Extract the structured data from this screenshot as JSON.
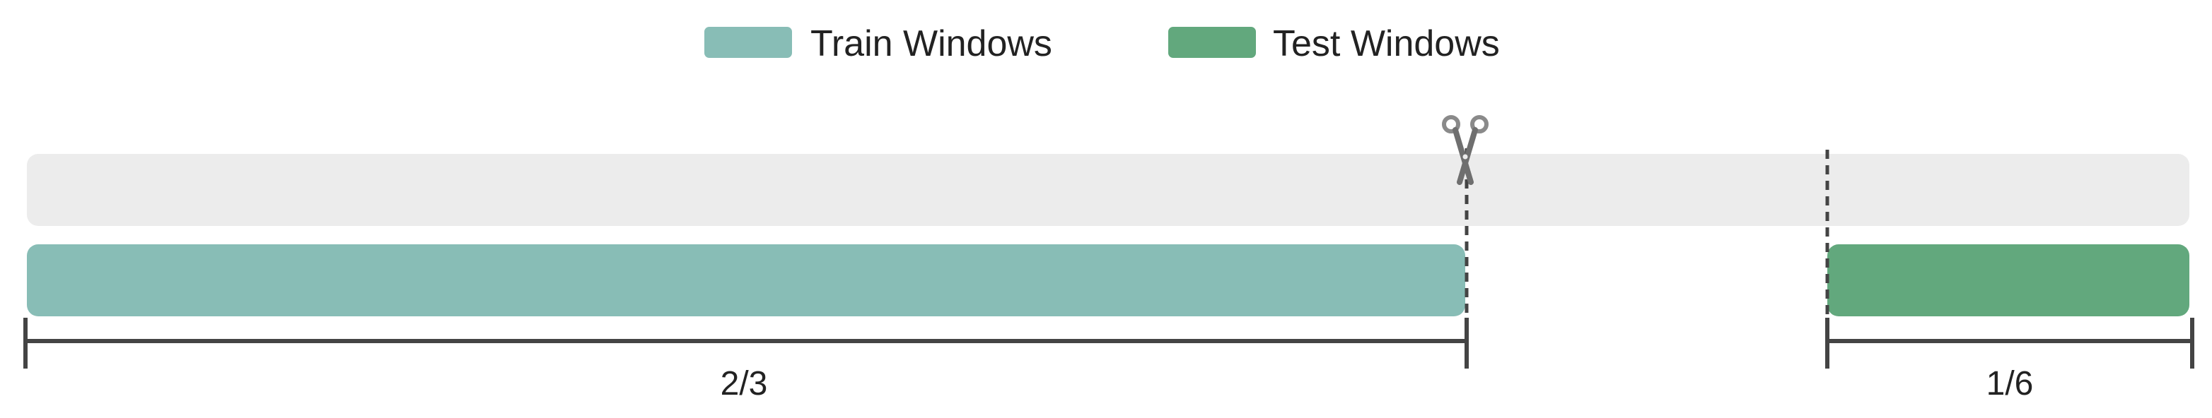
{
  "legend": {
    "train_label": "Train Windows",
    "test_label": "Test Windows"
  },
  "fractions": {
    "train_fraction": "2/3",
    "test_fraction": "1/6"
  },
  "split": {
    "train_end_fraction": 0.6667,
    "test_start_fraction": 0.8333
  },
  "colors": {
    "train": "#88bdb6",
    "test": "#62a87d",
    "timeline": "#ececec",
    "bracket": "#444444",
    "cut_line": "#444444"
  },
  "icons": {
    "cut_marker": "scissors-icon"
  }
}
